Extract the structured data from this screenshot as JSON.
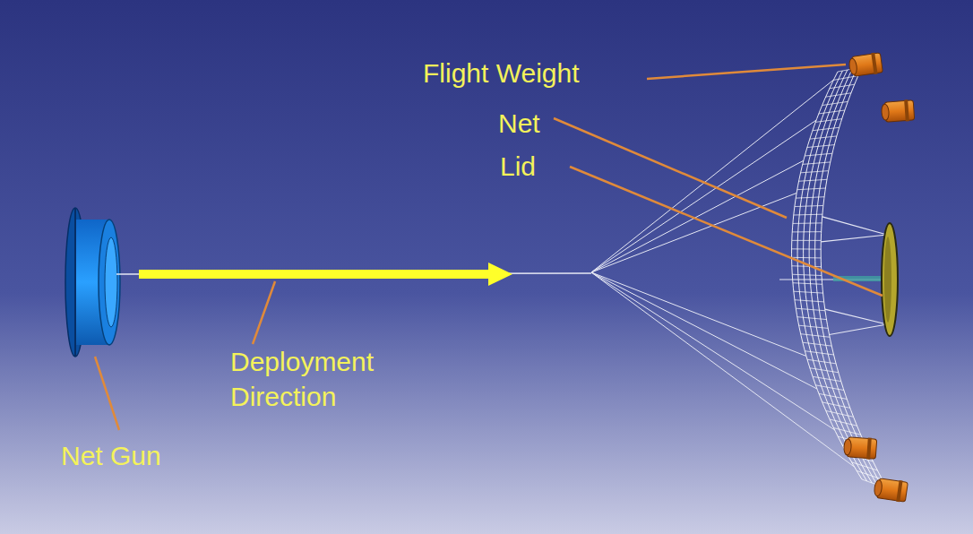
{
  "diagram": {
    "labels": [
      "Flight Weight",
      "Net",
      "Lid",
      "Deployment Direction",
      "Net Gun"
    ]
  }
}
